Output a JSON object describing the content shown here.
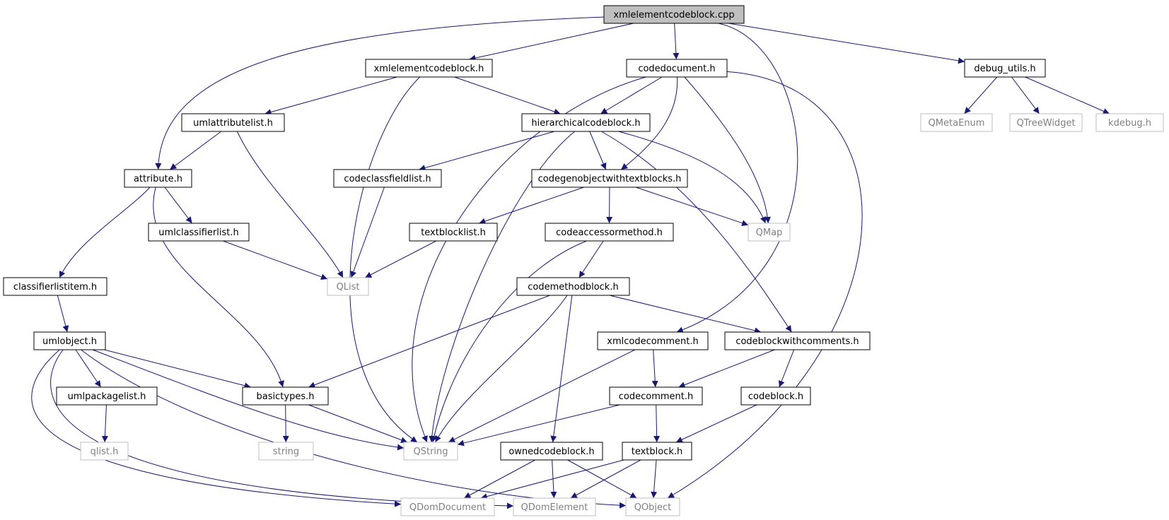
{
  "diagram": {
    "colors": {
      "edge": "#191970",
      "root_fill": "#bfbfbf",
      "node_border": "#000000",
      "external_border": "#bfbfbf",
      "external_text": "#808080",
      "text": "#000000"
    },
    "nodes": [
      {
        "id": "xmlelementcodeblock_cpp",
        "label": "xmlelementcodeblock.cpp",
        "kind": "root"
      },
      {
        "id": "xmlelementcodeblock_h",
        "label": "xmlelementcodeblock.h",
        "kind": "file"
      },
      {
        "id": "codedocument_h",
        "label": "codedocument.h",
        "kind": "file"
      },
      {
        "id": "debug_utils_h",
        "label": "debug_utils.h",
        "kind": "file"
      },
      {
        "id": "QMetaEnum",
        "label": "QMetaEnum",
        "kind": "external"
      },
      {
        "id": "QTreeWidget",
        "label": "QTreeWidget",
        "kind": "external"
      },
      {
        "id": "kdebug_h",
        "label": "kdebug.h",
        "kind": "external"
      },
      {
        "id": "umlattributelist_h",
        "label": "umlattributelist.h",
        "kind": "file"
      },
      {
        "id": "hierarchicalcodeblock_h",
        "label": "hierarchicalcodeblock.h",
        "kind": "file"
      },
      {
        "id": "attribute_h",
        "label": "attribute.h",
        "kind": "file"
      },
      {
        "id": "codeclassfieldlist_h",
        "label": "codeclassfieldlist.h",
        "kind": "file"
      },
      {
        "id": "codegenobjectwithtextblocks_h",
        "label": "codegenobjectwithtextblocks.h",
        "kind": "file"
      },
      {
        "id": "umlclassifierlist_h",
        "label": "umlclassifierlist.h",
        "kind": "file"
      },
      {
        "id": "textblocklist_h",
        "label": "textblocklist.h",
        "kind": "file"
      },
      {
        "id": "codeaccessormethod_h",
        "label": "codeaccessormethod.h",
        "kind": "file"
      },
      {
        "id": "QMap",
        "label": "QMap",
        "kind": "external"
      },
      {
        "id": "classifierlistitem_h",
        "label": "classifierlistitem.h",
        "kind": "file"
      },
      {
        "id": "QList",
        "label": "QList",
        "kind": "external"
      },
      {
        "id": "codemethodblock_h",
        "label": "codemethodblock.h",
        "kind": "file"
      },
      {
        "id": "umlobject_h",
        "label": "umlobject.h",
        "kind": "file"
      },
      {
        "id": "xmlcodecomment_h",
        "label": "xmlcodecomment.h",
        "kind": "file"
      },
      {
        "id": "codeblockwithcomments_h",
        "label": "codeblockwithcomments.h",
        "kind": "file"
      },
      {
        "id": "umlpackagelist_h",
        "label": "umlpackagelist.h",
        "kind": "file"
      },
      {
        "id": "basictypes_h",
        "label": "basictypes.h",
        "kind": "file"
      },
      {
        "id": "codecomment_h",
        "label": "codecomment.h",
        "kind": "file"
      },
      {
        "id": "codeblock_h",
        "label": "codeblock.h",
        "kind": "file"
      },
      {
        "id": "qlist_h",
        "label": "qlist.h",
        "kind": "external"
      },
      {
        "id": "string",
        "label": "string",
        "kind": "external"
      },
      {
        "id": "QString",
        "label": "QString",
        "kind": "external"
      },
      {
        "id": "ownedcodeblock_h",
        "label": "ownedcodeblock.h",
        "kind": "file"
      },
      {
        "id": "textblock_h",
        "label": "textblock.h",
        "kind": "file"
      },
      {
        "id": "QDomDocument",
        "label": "QDomDocument",
        "kind": "external"
      },
      {
        "id": "QDomElement",
        "label": "QDomElement",
        "kind": "external"
      },
      {
        "id": "QObject",
        "label": "QObject",
        "kind": "external"
      }
    ],
    "edges": [
      {
        "from": "xmlelementcodeblock_cpp",
        "to": "xmlelementcodeblock_h"
      },
      {
        "from": "xmlelementcodeblock_cpp",
        "to": "codedocument_h"
      },
      {
        "from": "xmlelementcodeblock_cpp",
        "to": "debug_utils_h"
      },
      {
        "from": "xmlelementcodeblock_cpp",
        "to": "attribute_h"
      },
      {
        "from": "xmlelementcodeblock_cpp",
        "to": "xmlcodecomment_h"
      },
      {
        "from": "xmlelementcodeblock_h",
        "to": "umlattributelist_h"
      },
      {
        "from": "xmlelementcodeblock_h",
        "to": "hierarchicalcodeblock_h"
      },
      {
        "from": "xmlelementcodeblock_h",
        "to": "QString"
      },
      {
        "from": "codedocument_h",
        "to": "hierarchicalcodeblock_h"
      },
      {
        "from": "codedocument_h",
        "to": "codegenobjectwithtextblocks_h"
      },
      {
        "from": "codedocument_h",
        "to": "QMap"
      },
      {
        "from": "codedocument_h",
        "to": "QString"
      },
      {
        "from": "codedocument_h",
        "to": "QObject"
      },
      {
        "from": "debug_utils_h",
        "to": "QMetaEnum"
      },
      {
        "from": "debug_utils_h",
        "to": "QTreeWidget"
      },
      {
        "from": "debug_utils_h",
        "to": "kdebug_h"
      },
      {
        "from": "umlattributelist_h",
        "to": "attribute_h"
      },
      {
        "from": "umlattributelist_h",
        "to": "QList"
      },
      {
        "from": "hierarchicalcodeblock_h",
        "to": "codeclassfieldlist_h"
      },
      {
        "from": "hierarchicalcodeblock_h",
        "to": "codegenobjectwithtextblocks_h"
      },
      {
        "from": "hierarchicalcodeblock_h",
        "to": "QMap"
      },
      {
        "from": "hierarchicalcodeblock_h",
        "to": "codeblockwithcomments_h"
      },
      {
        "from": "hierarchicalcodeblock_h",
        "to": "QString"
      },
      {
        "from": "attribute_h",
        "to": "umlclassifierlist_h"
      },
      {
        "from": "attribute_h",
        "to": "classifierlistitem_h"
      },
      {
        "from": "attribute_h",
        "to": "basictypes_h"
      },
      {
        "from": "codeclassfieldlist_h",
        "to": "QList"
      },
      {
        "from": "codegenobjectwithtextblocks_h",
        "to": "textblocklist_h"
      },
      {
        "from": "codegenobjectwithtextblocks_h",
        "to": "codeaccessormethod_h"
      },
      {
        "from": "codegenobjectwithtextblocks_h",
        "to": "QMap"
      },
      {
        "from": "umlclassifierlist_h",
        "to": "QList"
      },
      {
        "from": "textblocklist_h",
        "to": "QList"
      },
      {
        "from": "codeaccessormethod_h",
        "to": "codemethodblock_h"
      },
      {
        "from": "codeaccessormethod_h",
        "to": "QString"
      },
      {
        "from": "classifierlistitem_h",
        "to": "umlobject_h"
      },
      {
        "from": "codemethodblock_h",
        "to": "basictypes_h"
      },
      {
        "from": "codemethodblock_h",
        "to": "codeblockwithcomments_h"
      },
      {
        "from": "codemethodblock_h",
        "to": "ownedcodeblock_h"
      },
      {
        "from": "codemethodblock_h",
        "to": "QString"
      },
      {
        "from": "umlobject_h",
        "to": "umlpackagelist_h"
      },
      {
        "from": "umlobject_h",
        "to": "basictypes_h"
      },
      {
        "from": "umlobject_h",
        "to": "QString"
      },
      {
        "from": "umlobject_h",
        "to": "QDomDocument"
      },
      {
        "from": "umlobject_h",
        "to": "QDomElement"
      },
      {
        "from": "umlobject_h",
        "to": "QObject"
      },
      {
        "from": "xmlcodecomment_h",
        "to": "codecomment_h"
      },
      {
        "from": "xmlcodecomment_h",
        "to": "QString"
      },
      {
        "from": "codeblockwithcomments_h",
        "to": "codecomment_h"
      },
      {
        "from": "codeblockwithcomments_h",
        "to": "codeblock_h"
      },
      {
        "from": "umlpackagelist_h",
        "to": "qlist_h"
      },
      {
        "from": "basictypes_h",
        "to": "string"
      },
      {
        "from": "basictypes_h",
        "to": "QString"
      },
      {
        "from": "codecomment_h",
        "to": "textblock_h"
      },
      {
        "from": "codecomment_h",
        "to": "QString"
      },
      {
        "from": "codeblock_h",
        "to": "textblock_h"
      },
      {
        "from": "ownedcodeblock_h",
        "to": "QDomDocument"
      },
      {
        "from": "ownedcodeblock_h",
        "to": "QDomElement"
      },
      {
        "from": "ownedcodeblock_h",
        "to": "QObject"
      },
      {
        "from": "textblock_h",
        "to": "QDomDocument"
      },
      {
        "from": "textblock_h",
        "to": "QDomElement"
      },
      {
        "from": "textblock_h",
        "to": "QObject"
      }
    ]
  }
}
